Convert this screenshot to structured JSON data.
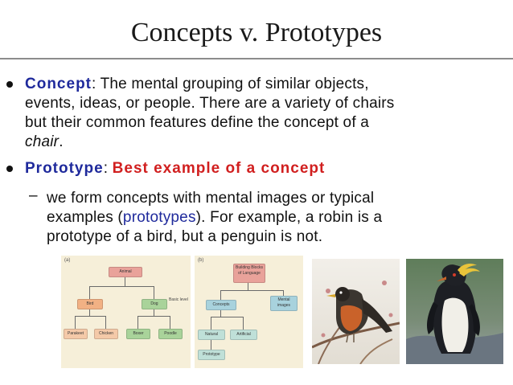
{
  "slide": {
    "title": "Concepts v. Prototypes",
    "bullet1": {
      "term": "Concept",
      "text_line1": ": The mental grouping of similar objects,",
      "text_line2": "events, ideas, or people. There are a variety of chairs",
      "text_line3": "but their common features define the concept of a",
      "text_line4_italic": "chair",
      "text_line4_end": "."
    },
    "bullet2": {
      "term": "Prototype",
      "colon": ":",
      "highlight": "Best example of a concept"
    },
    "sub_bullet": {
      "dash": "–",
      "line1": "we form concepts with mental images or typical",
      "line2_start": "examples (",
      "line2_blue": "prototypes",
      "line2_end": "). For example, a robin is a",
      "line3": "prototype of a bird, but a penguin is not."
    }
  },
  "figure_a": {
    "label": "(a)",
    "nodes": {
      "root": "Animal",
      "bird": "Bird",
      "dog": "Dog",
      "basic_level": "Basic level",
      "parakeet": "Parakeet",
      "chicken": "Chicken",
      "boxer": "Boxer",
      "poodle": "Poodle"
    }
  },
  "figure_b": {
    "label": "(b)",
    "nodes": {
      "root": "Building Blocks of Language",
      "concepts": "Concepts",
      "mental_images": "Mental images",
      "natural": "Natural",
      "artificial": "Artificial",
      "prototype": "Prototype"
    }
  },
  "colors": {
    "term_blue": "#1f2a9c",
    "highlight_red": "#d11f1f",
    "rule_gray": "#8c8c8c"
  }
}
